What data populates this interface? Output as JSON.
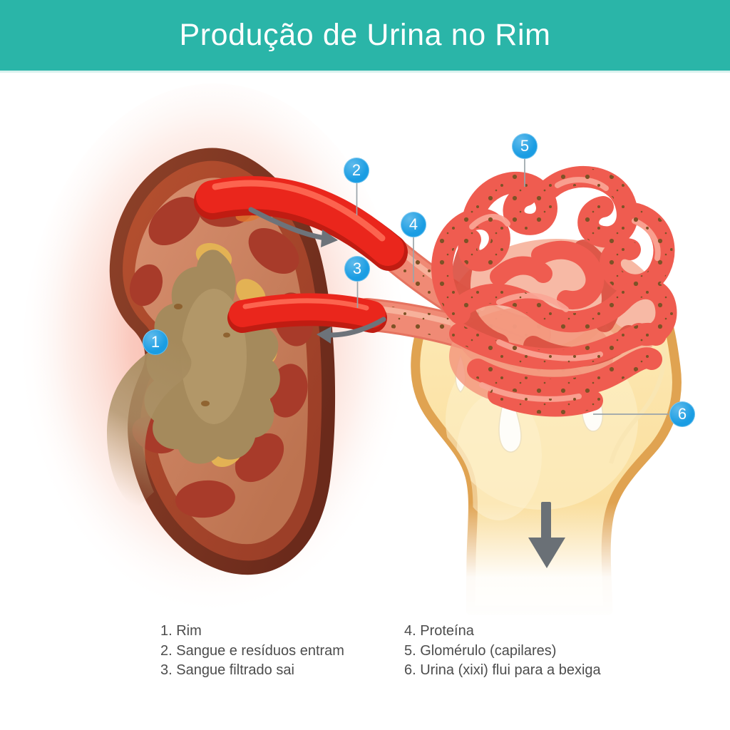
{
  "title": "Produção de Urina no Rim",
  "colors": {
    "header_bg": "#2ab5a8",
    "title_text": "#ffffff",
    "marker_blue": "#1a9de3",
    "legend_text": "#4c4c4c",
    "artery_red": "#ea261c",
    "filtered_vessel_salmon": "#f08a75",
    "glomerulus_red": "#ef5c50",
    "waste_dot_brown": "#7d5226",
    "funnel_cream": "#fbe3a8",
    "funnel_border": "#e0a351",
    "kidney_outer_brown": "#7c3223",
    "kidney_pelvis_tan": "#a58a5c",
    "calyx_yellow": "#e3b254",
    "flow_arrow_gray": "#6d737a"
  },
  "markers": [
    "1",
    "2",
    "3",
    "4",
    "5",
    "6"
  ],
  "legend": {
    "left": [
      "1. Rim",
      "2. Sangue e resíduos entram",
      "3. Sangue filtrado sai"
    ],
    "right": [
      "4. Proteína",
      "5. Glomérulo (capilares)",
      "6. Urina (xixi) flui para a bexiga"
    ]
  }
}
